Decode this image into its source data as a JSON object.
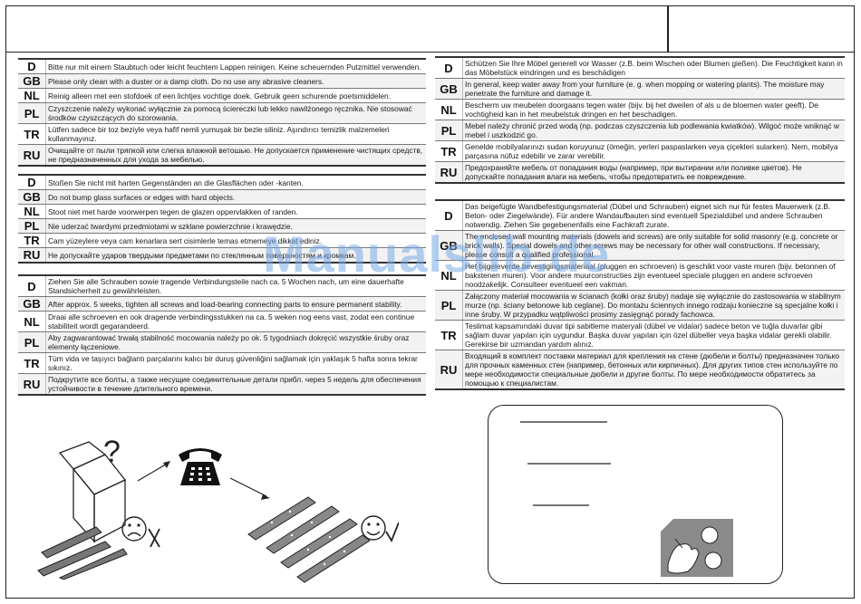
{
  "watermark": "Manualslib.de",
  "left_column": {
    "care_cleaning": [
      {
        "code": "D",
        "text": "Bitte nur mit einem Staubtuch oder leicht feuchtem Lappen reinigen. Keine scheuernden Putzmittel verwenden."
      },
      {
        "code": "GB",
        "text": "Please only clean with a duster or a damp cloth. Do no use any abrasive cleaners."
      },
      {
        "code": "NL",
        "text": "Reinig alleen met een stofdoek of een lichtjes vochtige doek. Gebruik geen schurende poetsmiddelen."
      },
      {
        "code": "PL",
        "text": "Czyszczenie należy wykonać wyłącznie za pomocą ściereczki lub lekko nawilżonego ręcznika. Nie stosować środków czyszczących do szorowania."
      },
      {
        "code": "TR",
        "text": "Lütfen sadece bir toz beziyle veya hafif nemli yumuşak bir bezle siliniz. Aşındırıcı temizlik malzemeleri kullanmayınız."
      },
      {
        "code": "RU",
        "text": "Очищайте от пыли тряпкой или слегка влажной ветошью. Не допускается применение чистящих средств, не предназначенных для ухода за мебелью."
      }
    ],
    "glass": [
      {
        "code": "D",
        "text": "Stoßen Sie nicht mit harten Gegenständen an die Glasflächen oder -kanten."
      },
      {
        "code": "GB",
        "text": "Do not bump glass surfaces or edges with hard objects."
      },
      {
        "code": "NL",
        "text": "Stoot niet met harde voorwerpen tegen de glazen oppervlakken of randen."
      },
      {
        "code": "PL",
        "text": "Nie uderzać twardymi przedmiotami w szklane powierzchnie i krawędzie."
      },
      {
        "code": "TR",
        "text": "Cam yüzeylere veya cam kenarlara sert cisimlerle temas etmemeye dikkat ediniz."
      },
      {
        "code": "RU",
        "text": "Не допускайте ударов твердыми предметами по стеклянным поверхностям и кромкам."
      }
    ],
    "screws": [
      {
        "code": "D",
        "text": "Ziehen Sie alle Schrauben sowie tragende Verbindungsteile nach ca. 5 Wochen nach, um eine dauerhafte Standsicherheit zu gewährleisten."
      },
      {
        "code": "GB",
        "text": "After approx. 5 weeks, tighten all screws and load-bearing connecting parts to ensure permanent stability."
      },
      {
        "code": "NL",
        "text": "Draai alle schroeven en ook dragende verbindingsstukken na ca. 5 weken nog eens vast, zodat een continue stabiliteit wordt gegarandeerd."
      },
      {
        "code": "PL",
        "text": "Aby zagwarantować trwałą stabilność mocowania należy po ok. 5 tygodniach dokręcić wszystkie śruby oraz elementy łączeniowe."
      },
      {
        "code": "TR",
        "text": "Tüm vida ve taşıyıcı bağlantı parçalarını kalıcı bir duruş güvenliğini sağlamak için yaklaşık 5 hafta sonra tekrar sıkınız."
      },
      {
        "code": "RU",
        "text": "Подкрутите все болты, а также несущие соединительные детали прибл. через 5 недель для обеспечения устойчивости в течение длительного времени."
      }
    ]
  },
  "right_column": {
    "water": [
      {
        "code": "D",
        "text": "Schützen Sie Ihre Möbel generell vor Wasser (z.B. beim Wischen oder Blumen gießen). Die Feuchtigkeit kann in das Möbelstück eindringen und es beschädigen"
      },
      {
        "code": "GB",
        "text": "In general, keep water away from your furniture (e. g. when mopping or watering plants). The moisture may penetrate the furniture and damage it."
      },
      {
        "code": "NL",
        "text": "Bescherm uw meubelen doorgaans tegen water (bijv. bij het dweilen of als u de bloemen water geeft). De vochtigheid kan in het meubelstuk dringen en het beschadigen."
      },
      {
        "code": "PL",
        "text": "Mebel należy chronić przed wodą (np. podczas czyszczenia lub podlewania kwiatków). Wilgoć może wniknąć w mebel i uszkodzić go."
      },
      {
        "code": "TR",
        "text": "Genelde mobilyalarınızı sudan koruyunuz (ömeğin, yerleri paspaslarken veya çiçekleri sularken). Nem, mobilya parçasına nüfuz edebilir ve zarar verebilir."
      },
      {
        "code": "RU",
        "text": "Предохраняйте мебель от попадания воды (например, при вытирании или поливке цветов). Не допускайте попадания влаги на мебель, чтобы предотвратить ее повреждение."
      }
    ],
    "wall_mount": [
      {
        "code": "D",
        "text": "Das beigefügte Wandbefestigungsmaterial (Dübel und Schrauben) eignet sich nur für festes Mauerwerk (z.B. Beton- oder Ziegelwände). Für andere Wandaufbauten sind eventuell Spezialdübel und andere Schrauben notwendig. Ziehen Sie gegebenenfalls eine Fachkraft zurate."
      },
      {
        "code": "GB",
        "text": "The enclosed wall mounting materials (dowels and screws) are only suitable for solid masonry (e.g. concrete or brick walls). Special dowels and other screws may be necessary for other wall constructions. If necessary, please consult a qualified professional."
      },
      {
        "code": "NL",
        "text": "Het bijgeleverde bevestigingsmateriaal (pluggen en schroeven) is geschikt voor vaste muren (bijv. betonnen of bakstenen muren). Voor andere muurconstructies zijn eventueel speciale pluggen en andere schroeven noodzakelijk. Consulteer eventueel een vakman."
      },
      {
        "code": "PL",
        "text": "Załączony materiał mocowania w ścianach (kołki oraz śruby) nadaje się wyłącznie do zastosowania w stabilnym murze (np. ściany betonowe lub ceglane). Do montażu ściennych innego rodzaju konieczne są specjalne kołki i inne śruby. W przypadku wątpliwości prosimy zasięgnąć porady fachowca."
      },
      {
        "code": "TR",
        "text": "Teslimat kapsamındaki duvar tipi sabitleme materyali (dübel ve vidalar) sadece beton ve tuğla duvarlar gibi sağlam duvar yapıları için uygundur. Başka duvar yapıları için özel dübeller veya başka vidalar gerekli olabilir. Gerekirse bir uzmandan yardım alınız."
      },
      {
        "code": "RU",
        "text": "Входящий в комплект поставки материал для крепления на стене (дюбели и болты) предназначен только для прочных каменных стен (например, бетонных или кирпичных). Для других типов стен используйте по мере необходимости специальные дюбели и другие болты. По мере необходимости обратитесь за помощью к специалистам."
      }
    ]
  },
  "colors": {
    "text": "#1a1a1a",
    "rule": "#333333",
    "watermark": "#78aae6"
  }
}
